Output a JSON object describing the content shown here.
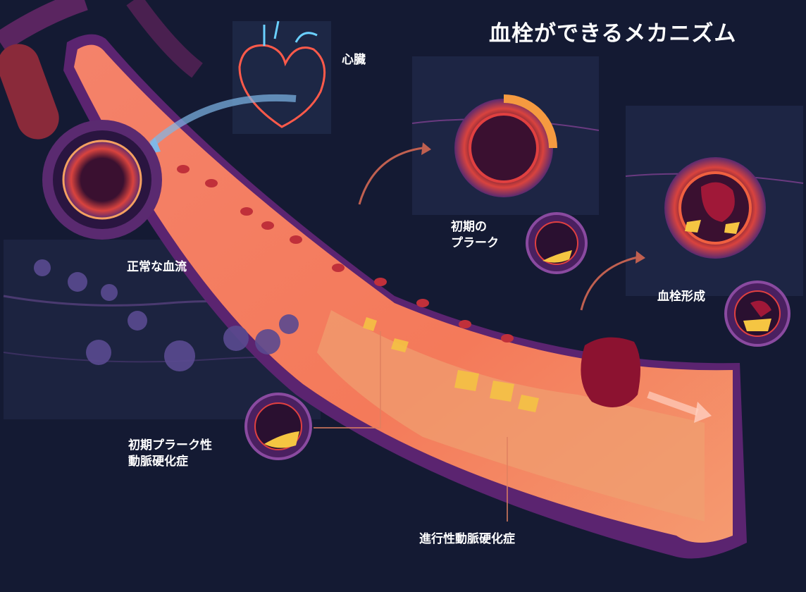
{
  "title": "血栓ができるメカニズム",
  "labels": {
    "heart": "心臓",
    "normal_flow": "正常な血流",
    "early_plaque_line1": "初期の",
    "early_plaque_line2": "プラーク",
    "thrombus": "血栓形成",
    "early_atherosclerosis_line1": "初期プラーク性",
    "early_atherosclerosis_line2": "動脈硬化症",
    "advanced_atherosclerosis": "進行性動脈硬化症"
  },
  "colors": {
    "background": "#141a33",
    "vessel_wall": "#6b2a7a",
    "blood_lumen": "#f26a55",
    "plaque": "#f5c542",
    "clot": "#8c1230",
    "neon_heart": "#ff5a4a"
  }
}
